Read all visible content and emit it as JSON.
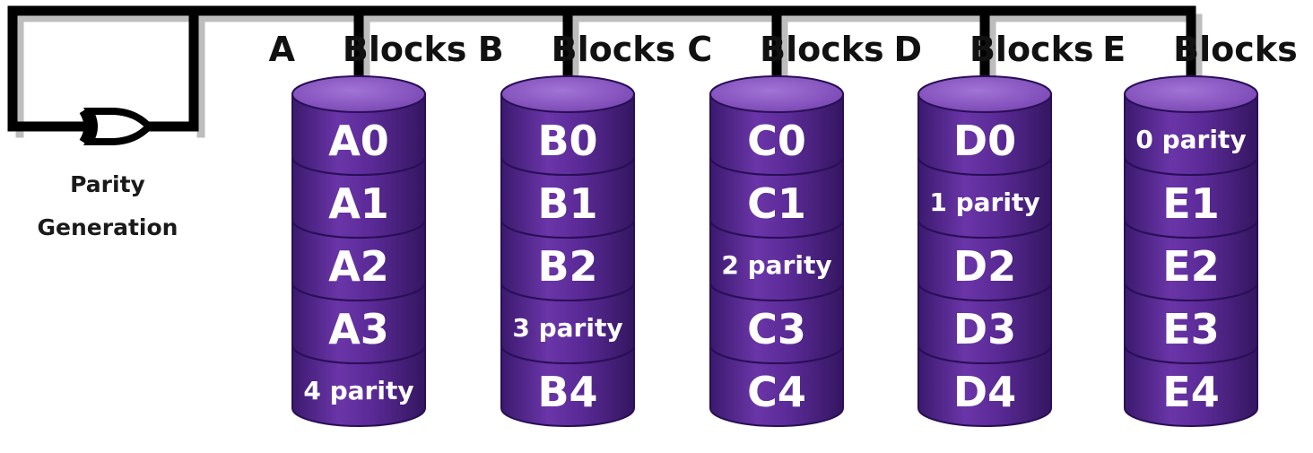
{
  "gate": {
    "label_line1": "Parity",
    "label_line2": "Generation",
    "icon": "xor-gate-icon"
  },
  "colors": {
    "disk_top": "#8a54bf",
    "disk_side": "#5a2a96",
    "disk_shade": "#3b1a6e",
    "bus": "#000000"
  },
  "columns": [
    {
      "title": "A  Blocks",
      "blocks": [
        "A0",
        "A1",
        "A2",
        "A3",
        "4 parity"
      ]
    },
    {
      "title": "B  Blocks",
      "blocks": [
        "B0",
        "B1",
        "B2",
        "3 parity",
        "B4"
      ]
    },
    {
      "title": "C  Blocks",
      "blocks": [
        "C0",
        "C1",
        "2 parity",
        "C3",
        "C4"
      ]
    },
    {
      "title": "D  Blocks",
      "blocks": [
        "D0",
        "1 parity",
        "D2",
        "D3",
        "D4"
      ]
    },
    {
      "title": "E  Blocks",
      "blocks": [
        "0 parity",
        "E1",
        "E2",
        "E3",
        "E4"
      ]
    }
  ]
}
